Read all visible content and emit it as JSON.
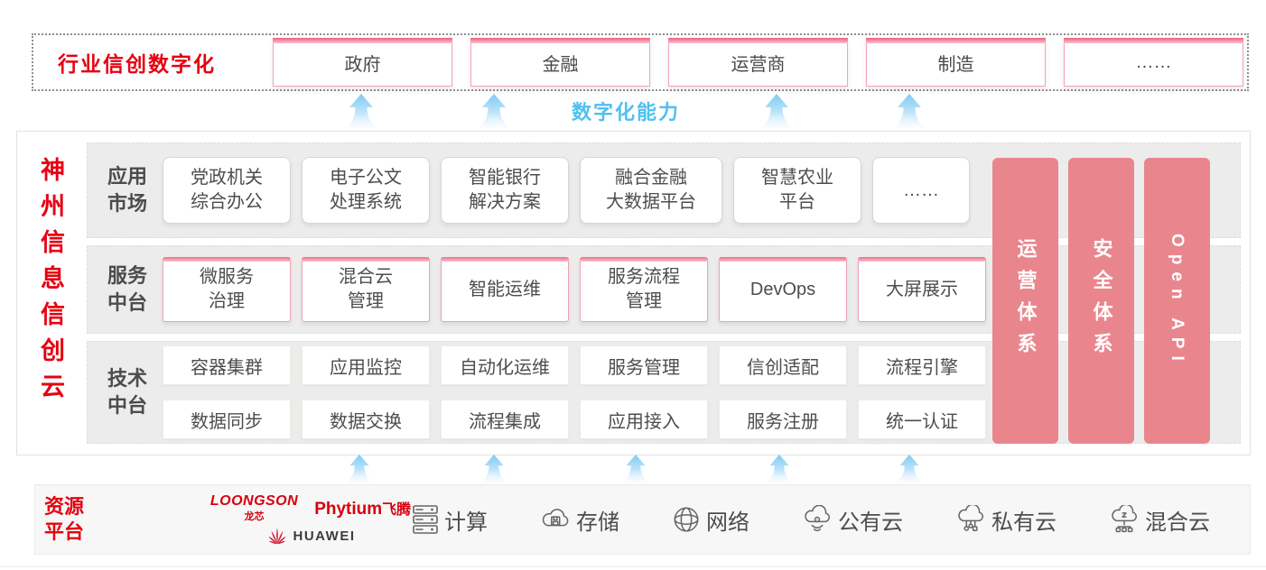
{
  "header": {
    "title": "行业信创数字化",
    "industries": [
      "政府",
      "金融",
      "运营商",
      "制造",
      "……"
    ]
  },
  "capability_label": "数字化能力",
  "platform": {
    "vertical_title": "神州信息信创云",
    "app_market": {
      "label_line1": "应用",
      "label_line2": "市场",
      "boxes": [
        {
          "line1": "党政机关",
          "line2": "综合办公"
        },
        {
          "line1": "电子公文",
          "line2": "处理系统"
        },
        {
          "line1": "智能银行",
          "line2": "解决方案"
        },
        {
          "line1": "融合金融",
          "line2": "大数据平台"
        },
        {
          "line1": "智慧农业",
          "line2": "平台"
        },
        {
          "line1": "……",
          "line2": ""
        }
      ]
    },
    "service_platform": {
      "label_line1": "服务",
      "label_line2": "中台",
      "boxes": [
        {
          "line1": "微服务",
          "line2": "治理"
        },
        {
          "line1": "混合云",
          "line2": "管理"
        },
        {
          "line1": "智能运维",
          "line2": ""
        },
        {
          "line1": "服务流程",
          "line2": "管理"
        },
        {
          "line1": "DevOps",
          "line2": ""
        },
        {
          "line1": "大屏展示",
          "line2": ""
        }
      ]
    },
    "tech_platform": {
      "label_line1": "技术",
      "label_line2": "中台",
      "row1": [
        "容器集群",
        "应用监控",
        "自动化运维",
        "服务管理",
        "信创适配",
        "流程引擎"
      ],
      "row2": [
        "数据同步",
        "数据交换",
        "流程集成",
        "应用接入",
        "服务注册",
        "统一认证"
      ]
    },
    "pillars": [
      "运营体系",
      "安全体系",
      "Open API"
    ]
  },
  "resources": {
    "label_line1": "资源",
    "label_line2": "平台",
    "vendors": {
      "loongson_en": "LOONGSON",
      "loongson_cn": "龙芯",
      "phytium_en": "Phytium",
      "phytium_cn": "飞腾",
      "huawei": "HUAWEI"
    },
    "items": [
      {
        "icon": "server-icon",
        "label": "计算"
      },
      {
        "icon": "storage-icon",
        "label": "存储"
      },
      {
        "icon": "network-icon",
        "label": "网络"
      },
      {
        "icon": "public-cloud-icon",
        "label": "公有云"
      },
      {
        "icon": "private-cloud-icon",
        "label": "私有云"
      },
      {
        "icon": "hybrid-cloud-icon",
        "label": "混合云"
      }
    ]
  },
  "colors": {
    "brand_red": "#e60012",
    "pillar_pink": "#e9868d",
    "accent_blue": "#4ec1f0",
    "box_border_pink": "#f2a3b6",
    "text_gray": "#4d4d4d"
  }
}
